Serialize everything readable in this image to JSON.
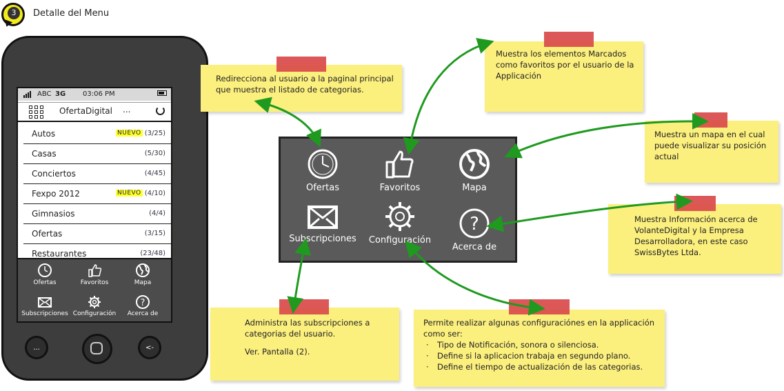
{
  "header": {
    "step_number": "3",
    "title": "Detalle del Menu"
  },
  "phone": {
    "status": {
      "carrier": "ABC",
      "network": "3G",
      "time": "03:06 PM"
    },
    "app_title": "OfertaDigital",
    "app_menu_dots": "...",
    "categories": [
      {
        "label": "Autos",
        "badge": "NUEVO",
        "count": "(3/25)"
      },
      {
        "label": "Casas",
        "badge": "",
        "count": "(5/30)"
      },
      {
        "label": "Conciertos",
        "badge": "",
        "count": "(4/45)"
      },
      {
        "label": "Fexpo 2012",
        "badge": "NUEVO",
        "count": "(4/10)"
      },
      {
        "label": "Gimnasios",
        "badge": "",
        "count": "(4/4)"
      },
      {
        "label": "Ofertas",
        "badge": "",
        "count": "(3/15)"
      },
      {
        "label": "Restaurantes",
        "badge": "",
        "count": "(23/48)"
      }
    ],
    "menu_overlay": [
      "Ofertas",
      "Favoritos",
      "Mapa",
      "Subscripciones",
      "Configuración",
      "Acerca de"
    ],
    "buttons": {
      "menu": "...",
      "back": "<-"
    }
  },
  "menu": {
    "items": [
      {
        "label": "Ofertas",
        "icon": "clock-icon"
      },
      {
        "label": "Favoritos",
        "icon": "thumbs-up-icon"
      },
      {
        "label": "Mapa",
        "icon": "globe-icon"
      },
      {
        "label": "Subscripciones",
        "icon": "envelope-icon"
      },
      {
        "label": "Configuración",
        "icon": "gear-icon"
      },
      {
        "label": "Acerca de",
        "icon": "help-icon"
      }
    ]
  },
  "notes": {
    "ofertas": "Redirecciona al usuario a la paginal principal que muestra el listado de categorias.",
    "favoritos": "Muestra los elementos Marcados como favoritos por el usuario de la Applicación",
    "mapa": "Muestra un mapa en el cual puede visualizar su posición actual",
    "acerca": "Muestra Información acerca de VolanteDigital y la Empresa Desarrolladora, en este caso SwissBytes Ltda.",
    "subscripciones": {
      "line1": "Administra las subscripciones a categorias del usuario.",
      "line2": "Ver. Pantalla (2)."
    },
    "configuracion": {
      "intro": "Permite realizar algunas configuraciónes en la applicación como ser:",
      "items": [
        "Tipo de Notificación, sonora o silenciosa.",
        "Define si la aplicacion trabaja en segundo plano.",
        "Define el tiempo de actualización de las categorias."
      ]
    }
  },
  "colors": {
    "note_yellow": "#fbef7e",
    "tape_red": "#d94a4a",
    "arrow_green": "#1f9a1f",
    "badge_yellow": "#f4ea1c"
  }
}
